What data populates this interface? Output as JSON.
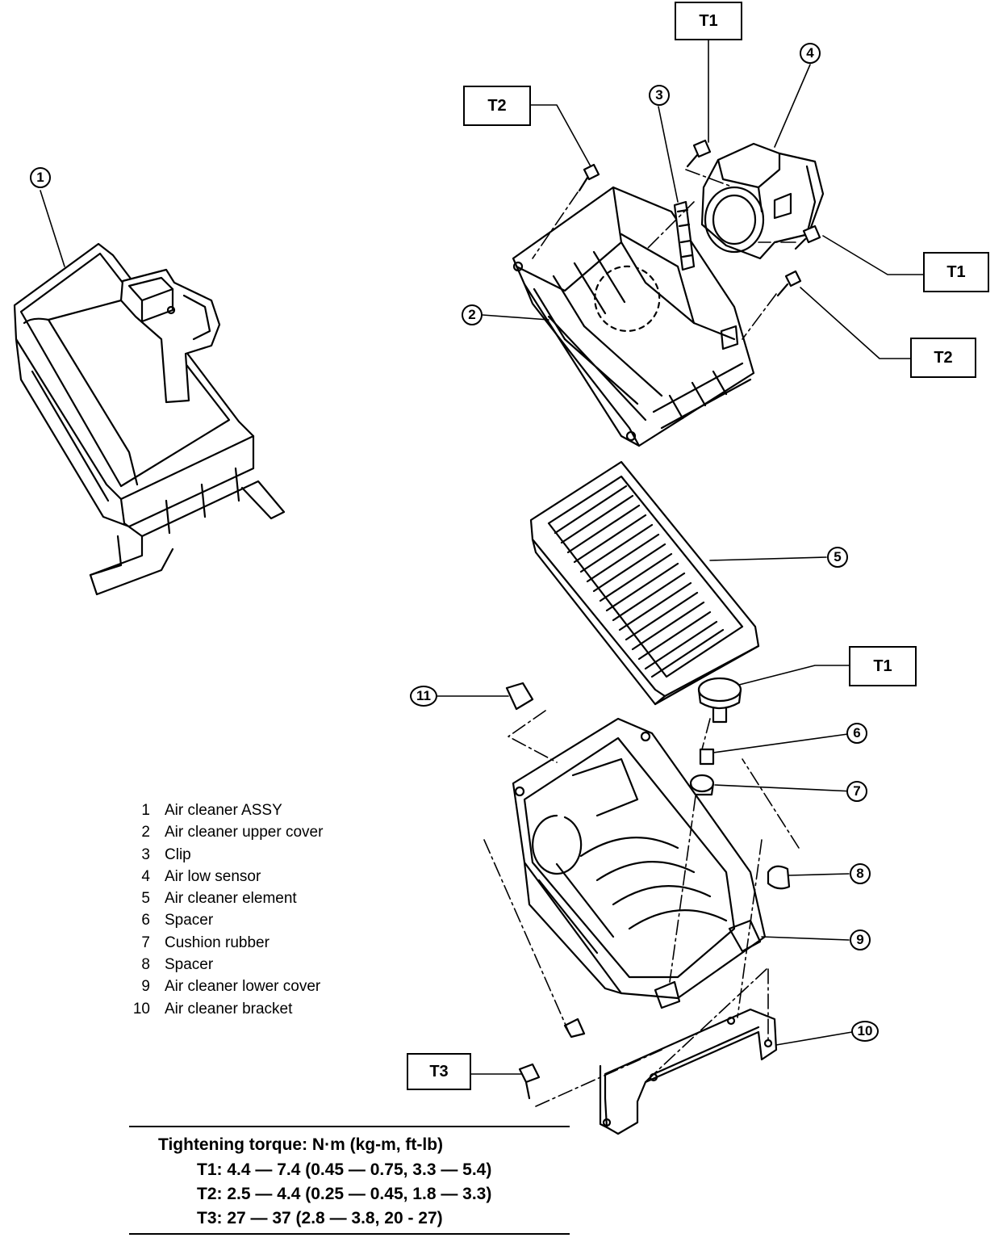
{
  "torque_boxes": {
    "t1_top": "T1",
    "t2_left": "T2",
    "t1_right": "T1",
    "t2_right": "T2",
    "t1_mid": "T1",
    "t3": "T3"
  },
  "callouts": [
    "1",
    "2",
    "3",
    "4",
    "5",
    "6",
    "7",
    "8",
    "9",
    "10",
    "11"
  ],
  "legend": [
    {
      "num": "1",
      "text": "Air  cleaner ASSY"
    },
    {
      "num": "2",
      "text": "Air cleaner upper cover"
    },
    {
      "num": "3",
      "text": "Clip"
    },
    {
      "num": "4",
      "text": "Air low sensor"
    },
    {
      "num": "5",
      "text": "Air cleaner element"
    },
    {
      "num": "6",
      "text": "Spacer"
    },
    {
      "num": "7",
      "text": "Cushion rubber"
    },
    {
      "num": "8",
      "text": "Spacer"
    },
    {
      "num": "9",
      "text": "Air cleaner lower cover"
    },
    {
      "num": "10",
      "text": "Air cleaner bracket"
    }
  ],
  "torque_table": {
    "heading": "Tightening torque:  N·m (kg-m, ft-lb)",
    "specs": [
      "T1:  4.4 — 7.4 (0.45 — 0.75, 3.3 — 5.4)",
      "T2:  2.5 — 4.4 (0.25 — 0.45, 1.8 — 3.3)",
      "T3:  27 — 37 (2.8 — 3.8, 20 - 27)"
    ]
  }
}
